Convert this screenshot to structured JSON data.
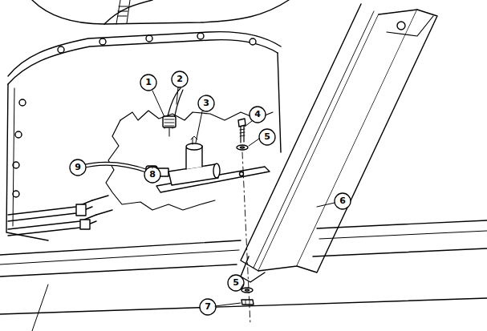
{
  "diagram": {
    "labels": [
      "1",
      "2",
      "3",
      "4",
      "5",
      "6",
      "5",
      "7",
      "8",
      "9"
    ]
  }
}
